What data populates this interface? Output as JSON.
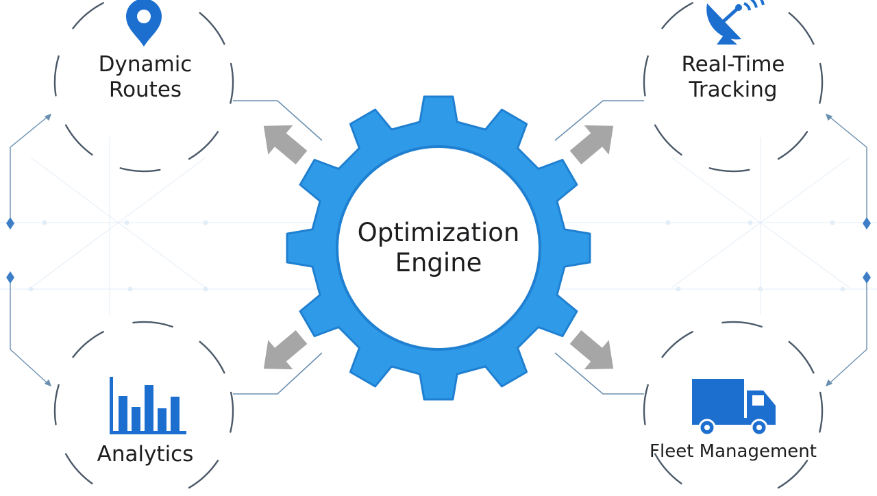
{
  "diagram": {
    "center": {
      "line1": "Optimization",
      "line2": "Engine"
    },
    "nodes": [
      {
        "id": "dynamic-routes",
        "line1": "Dynamic",
        "line2": "Routes",
        "icon": "location-pin-icon"
      },
      {
        "id": "real-time-tracking",
        "line1": "Real-Time",
        "line2": "Tracking",
        "icon": "satellite-dish-icon"
      },
      {
        "id": "analytics",
        "line1": "Analytics",
        "line2": "",
        "icon": "bar-chart-icon"
      },
      {
        "id": "fleet-management",
        "line1": "Fleet Management",
        "line2": "",
        "icon": "delivery-truck-icon"
      }
    ],
    "colors": {
      "gear": "#2f9be8",
      "gear_dark": "#1f7fd0",
      "icon": "#1d6fcf",
      "arrow": "#a6a6a6",
      "ring": "#4a5868",
      "connector": "#6a8fb0",
      "grid": "#e3edf7"
    }
  }
}
